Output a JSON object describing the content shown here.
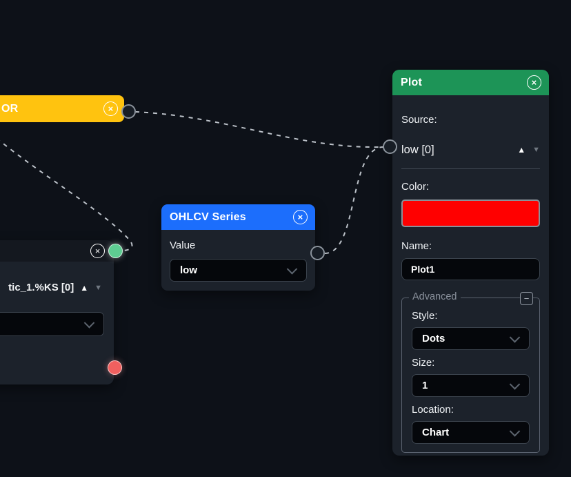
{
  "colors": {
    "background": "#0d1118",
    "node_body": "#1c222b",
    "plot_header": "#1d9457",
    "ohlcv_header": "#1c6efc",
    "or_header": "#ffc30f",
    "indicator_header": "#14181f",
    "green_port": "#5ecd92",
    "red_port": "#f0605f",
    "connection": "#bdc3ca"
  },
  "icons": {
    "close": "×",
    "sort_up": "▲",
    "sort_down": "▼",
    "collapse": "−"
  },
  "or_node": {
    "title": "OR"
  },
  "indicator_node": {
    "source_value": "tic_1.%KS [0]"
  },
  "ohlcv_node": {
    "title": "OHLCV Series",
    "value_label": "Value",
    "value_selected": "low"
  },
  "plot_node": {
    "title": "Plot",
    "source_label": "Source:",
    "source_value": "low [0]",
    "color_label": "Color:",
    "color_value": "#ff0000",
    "name_label": "Name:",
    "name_value": "Plot1",
    "advanced": {
      "legend": "Advanced",
      "style_label": "Style:",
      "style_value": "Dots",
      "size_label": "Size:",
      "size_value": "1",
      "location_label": "Location:",
      "location_value": "Chart"
    }
  }
}
